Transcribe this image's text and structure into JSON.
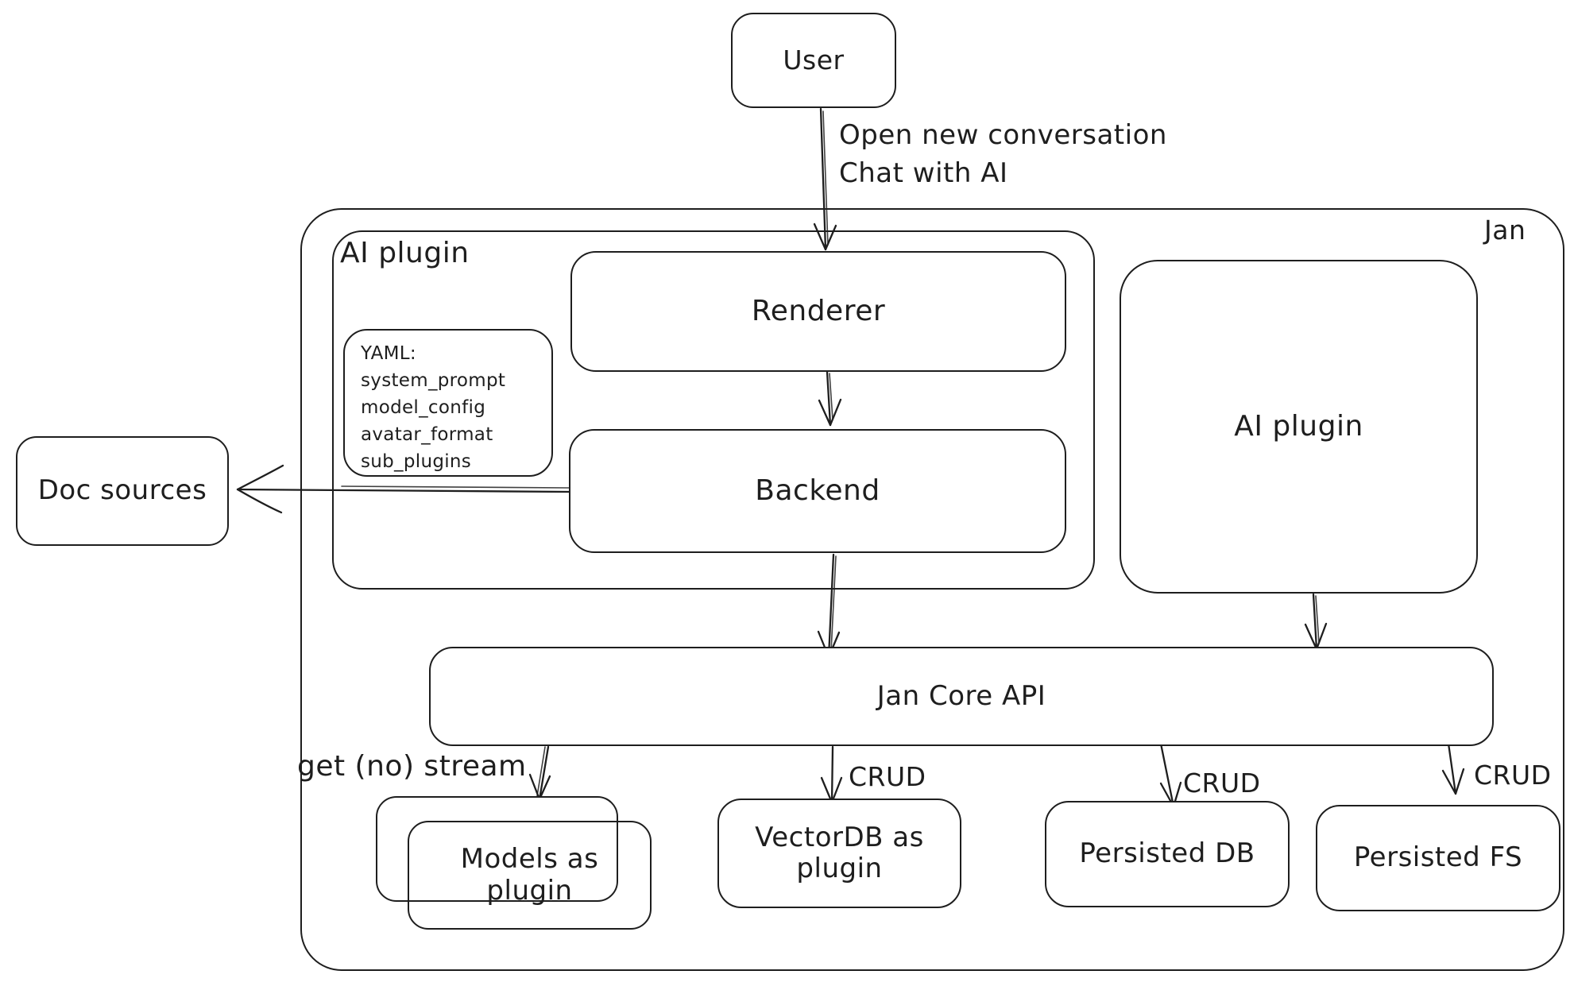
{
  "colors": {
    "stroke": "#1e1e1e",
    "background": "#ffffff"
  },
  "container": {
    "label": "Jan"
  },
  "nodes": {
    "user": "User",
    "ai_plugin_group": "AI plugin",
    "renderer": "Renderer",
    "backend": "Backend",
    "ai_plugin": "AI plugin",
    "doc_sources": "Doc sources",
    "jan_core_api": "Jan Core API",
    "models_as_plugin": "Models as plugin",
    "vectordb_as_plugin": "VectorDB as plugin",
    "persisted_db": "Persisted DB",
    "persisted_fs": "Persisted FS"
  },
  "yaml_note": {
    "lines": [
      "YAML:",
      "system_prompt",
      "model_config",
      "avatar_format",
      "sub_plugins"
    ]
  },
  "edge_labels": {
    "user_action_line1": "Open new conversation",
    "user_action_line2": "Chat with AI",
    "get_no_stream": "get (no) stream",
    "crud_vectordb": "CRUD",
    "crud_persisted_db": "CRUD",
    "crud_persisted_fs": "CRUD"
  }
}
